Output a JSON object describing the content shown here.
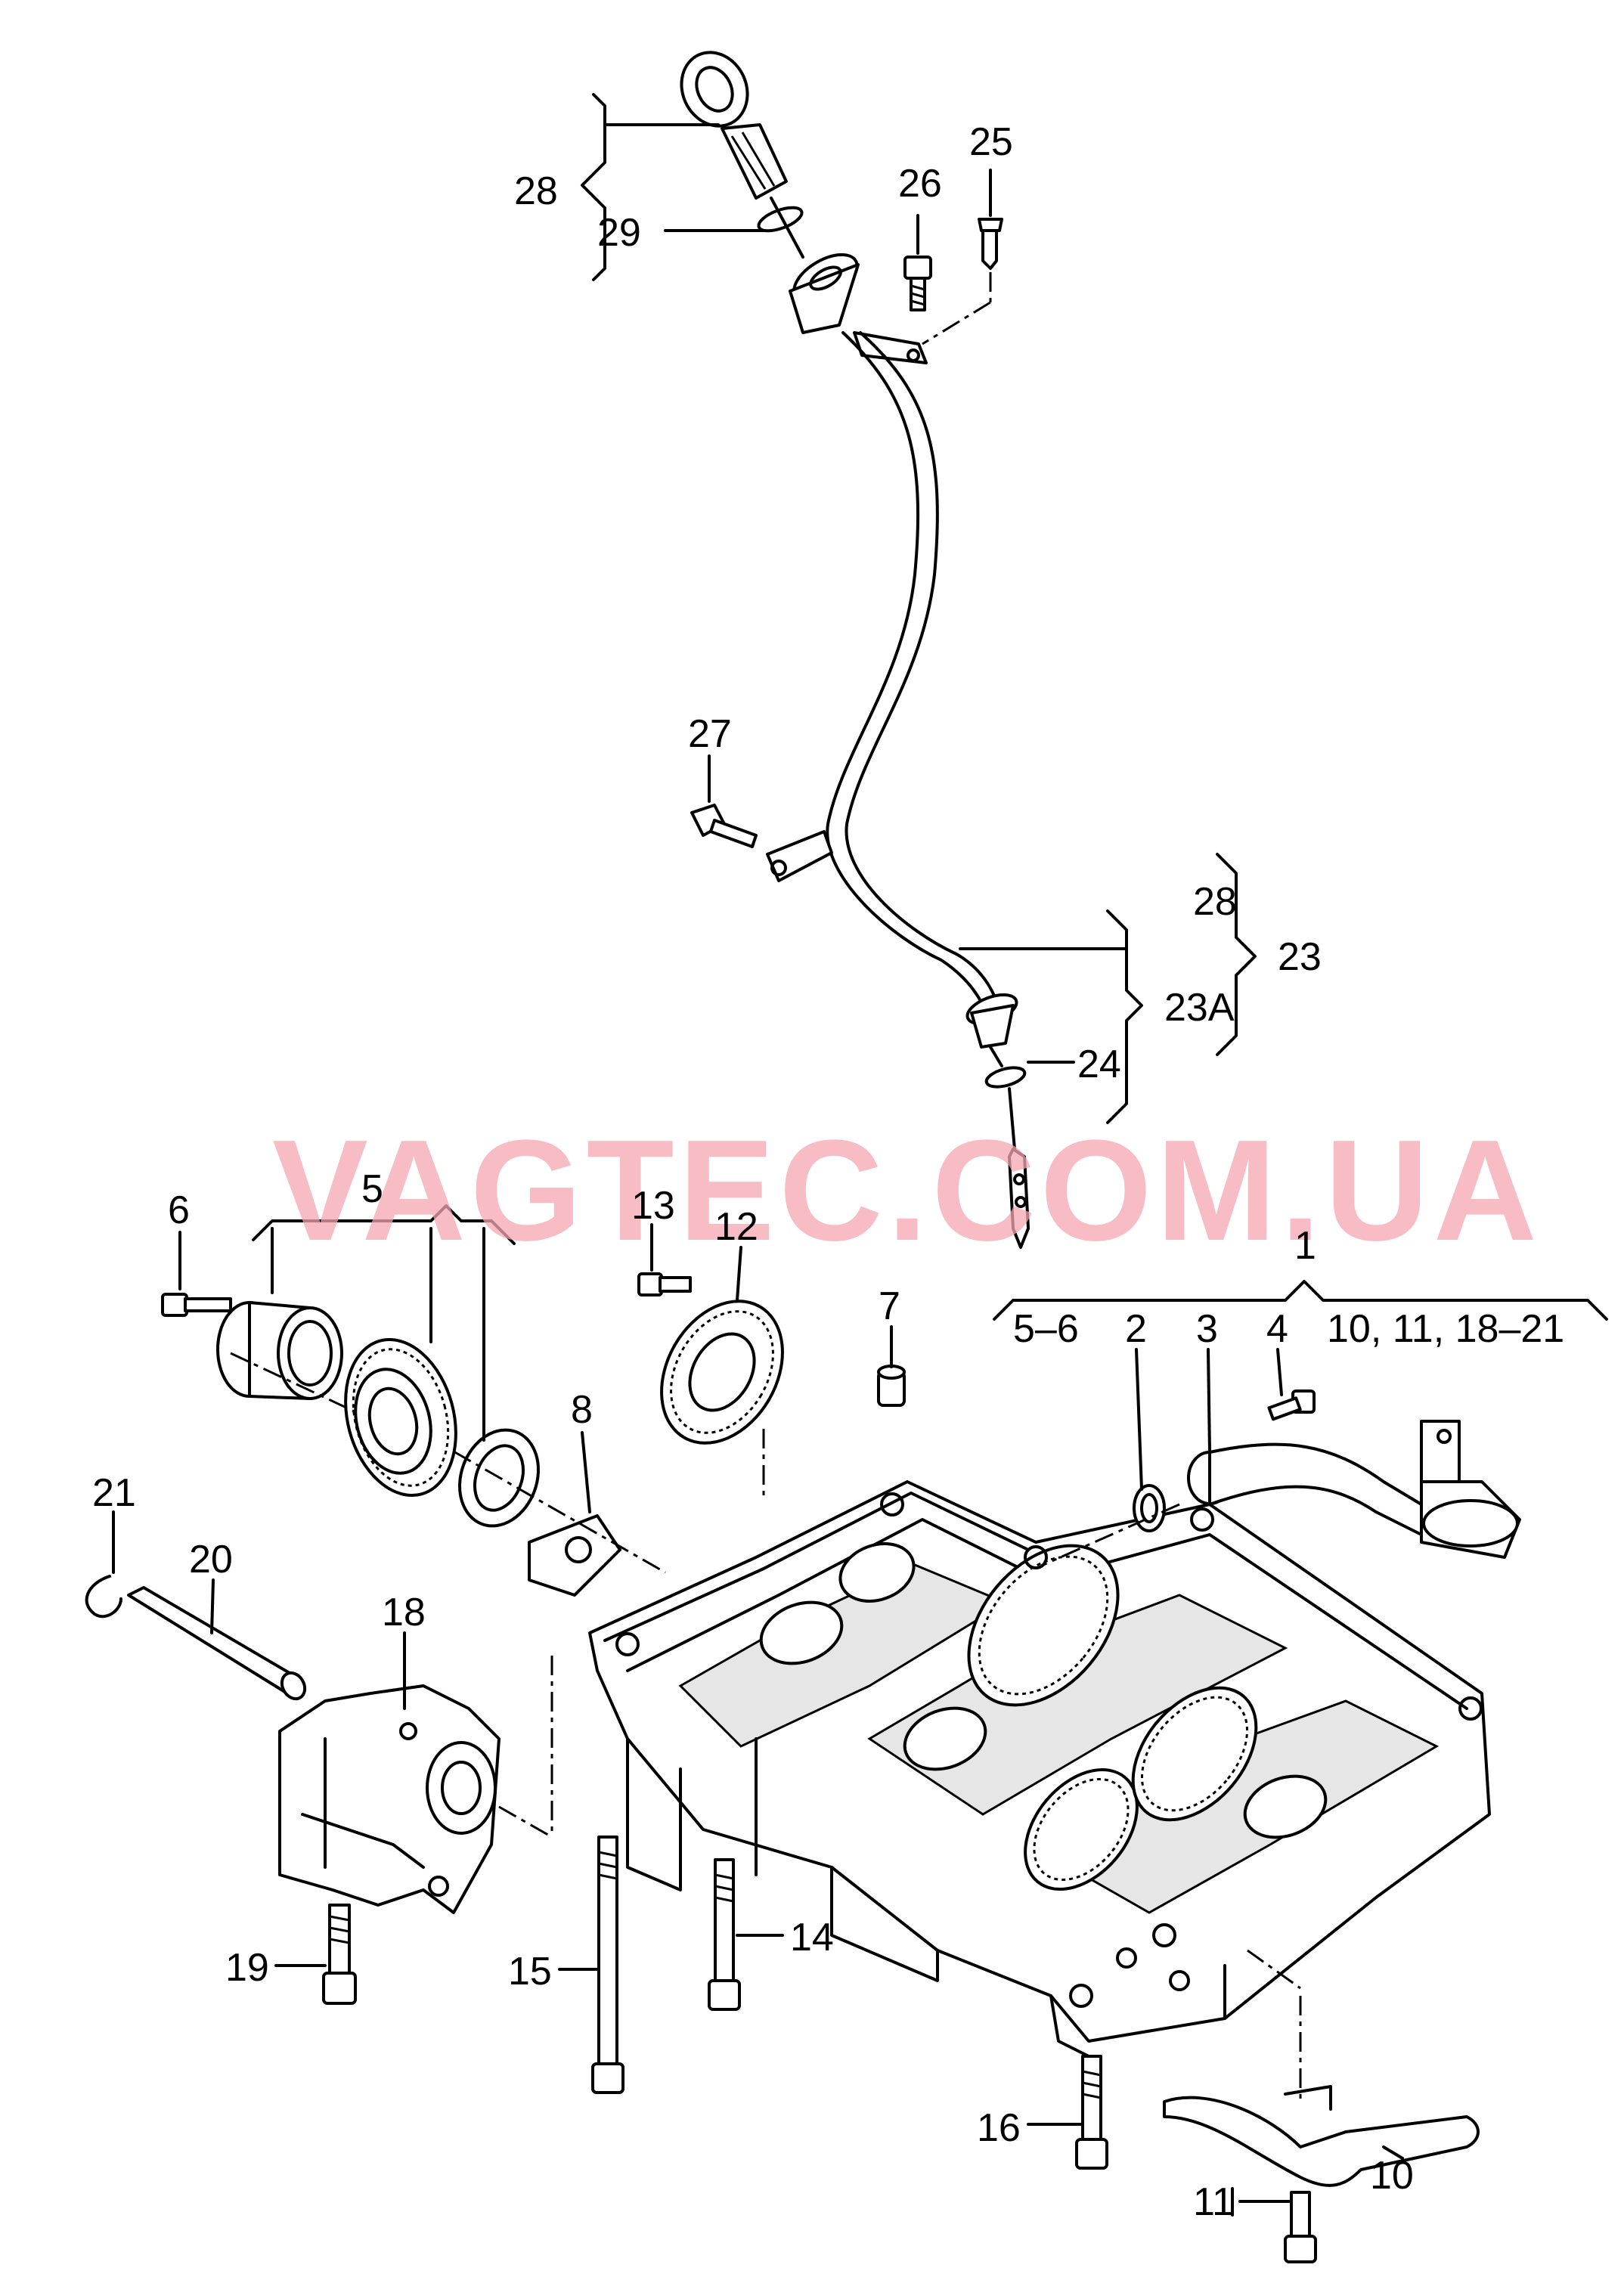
{
  "watermark": "VAGTEC.COM.UA",
  "labels": {
    "n1": "1",
    "n2": "2",
    "n3": "3",
    "n4": "4",
    "n5": "5",
    "n6": "6",
    "n7": "7",
    "n8": "8",
    "n10": "10",
    "n11": "11",
    "n12": "12",
    "n13": "13",
    "n14": "14",
    "n15": "15",
    "n16": "16",
    "n18": "18",
    "n19": "19",
    "n20": "20",
    "n21": "21",
    "n23": "23",
    "n23a": "23A",
    "n24": "24",
    "n25": "25",
    "n26": "26",
    "n27": "27",
    "n28a": "28",
    "n28b": "28",
    "n29": "29",
    "g56": "5–6",
    "g1021": "10, 11, 18–21"
  }
}
